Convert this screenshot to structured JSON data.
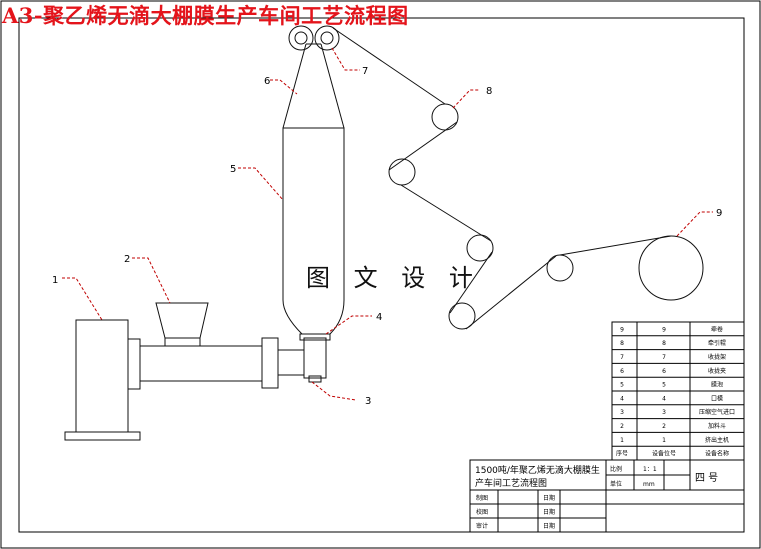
{
  "title_banner": "A3-聚乙烯无滴大棚膜生产车间工艺流程图",
  "watermark": "图 文 设 计",
  "labels": [
    "1",
    "2",
    "3",
    "4",
    "5",
    "6",
    "7",
    "8",
    "9"
  ],
  "colors": {
    "line": "#111111",
    "leader": "#c00000",
    "banner": "#e4141b",
    "border": "#000000"
  },
  "equipment_table": {
    "rows": [
      {
        "no": "9",
        "code": "9",
        "name": "牵卷"
      },
      {
        "no": "8",
        "code": "8",
        "name": "牵引辊"
      },
      {
        "no": "7",
        "code": "7",
        "name": "收拢架"
      },
      {
        "no": "6",
        "code": "6",
        "name": "收拢夹"
      },
      {
        "no": "5",
        "code": "5",
        "name": "膜泡"
      },
      {
        "no": "4",
        "code": "4",
        "name": "口模"
      },
      {
        "no": "3",
        "code": "3",
        "name": "压缩空气进口"
      },
      {
        "no": "2",
        "code": "2",
        "name": "加料斗"
      },
      {
        "no": "1",
        "code": "1",
        "name": "挤出主机"
      }
    ],
    "header": {
      "no": "序号",
      "code": "设备位号",
      "name": "设备名称"
    }
  },
  "title_block": {
    "drawing_title_line1": "1500吨/年聚乙烯无滴大棚膜生",
    "drawing_title_line2": "产车间工艺流程图",
    "scale_label": "比例",
    "scale_value": "1：1",
    "unit_label": "单位",
    "unit_value": "mm",
    "sheet_no": "四 号",
    "sign_rows": [
      {
        "role": "制图",
        "date_label": "日期"
      },
      {
        "role": "校图",
        "date_label": "日期"
      },
      {
        "role": "审计",
        "date_label": "日期"
      }
    ]
  }
}
